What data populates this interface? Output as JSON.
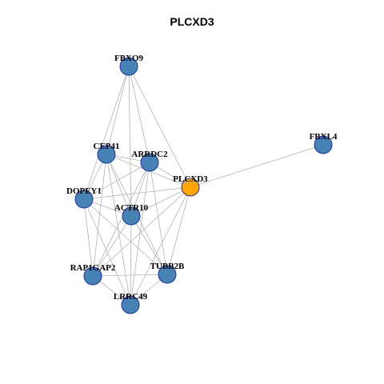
{
  "title": "PLCXD3",
  "colors": {
    "node_default": "#4682b4",
    "node_focus": "#ffa500",
    "node_border": "#1f2fb5",
    "edge": "#b3b3b3"
  },
  "focus_node": "PLCXD3",
  "nodes": [
    {
      "id": "FBXO9",
      "label": "FBXO9"
    },
    {
      "id": "CEP41",
      "label": "CEP41"
    },
    {
      "id": "ARRDC2",
      "label": "ARRDC2"
    },
    {
      "id": "PLCXD3",
      "label": "PLCXD3"
    },
    {
      "id": "FBXL4",
      "label": "FBXL4"
    },
    {
      "id": "DOPEY1",
      "label": "DOPEY1"
    },
    {
      "id": "ACTR10",
      "label": "ACTR10"
    },
    {
      "id": "RAP1GAP2",
      "label": "RAP1GAP2"
    },
    {
      "id": "TUBB2B",
      "label": "TUBB2B"
    },
    {
      "id": "LRRC49",
      "label": "LRRC49"
    }
  ],
  "edges": [
    [
      "FBXO9",
      "CEP41"
    ],
    [
      "FBXO9",
      "ARRDC2"
    ],
    [
      "FBXO9",
      "PLCXD3"
    ],
    [
      "FBXO9",
      "DOPEY1"
    ],
    [
      "FBXO9",
      "ACTR10"
    ],
    [
      "CEP41",
      "ARRDC2"
    ],
    [
      "CEP41",
      "PLCXD3"
    ],
    [
      "CEP41",
      "DOPEY1"
    ],
    [
      "CEP41",
      "ACTR10"
    ],
    [
      "CEP41",
      "RAP1GAP2"
    ],
    [
      "CEP41",
      "TUBB2B"
    ],
    [
      "CEP41",
      "LRRC49"
    ],
    [
      "ARRDC2",
      "PLCXD3"
    ],
    [
      "ARRDC2",
      "DOPEY1"
    ],
    [
      "ARRDC2",
      "ACTR10"
    ],
    [
      "ARRDC2",
      "RAP1GAP2"
    ],
    [
      "ARRDC2",
      "TUBB2B"
    ],
    [
      "ARRDC2",
      "LRRC49"
    ],
    [
      "PLCXD3",
      "FBXL4"
    ],
    [
      "PLCXD3",
      "DOPEY1"
    ],
    [
      "PLCXD3",
      "ACTR10"
    ],
    [
      "PLCXD3",
      "RAP1GAP2"
    ],
    [
      "PLCXD3",
      "TUBB2B"
    ],
    [
      "PLCXD3",
      "LRRC49"
    ],
    [
      "DOPEY1",
      "ACTR10"
    ],
    [
      "DOPEY1",
      "RAP1GAP2"
    ],
    [
      "DOPEY1",
      "TUBB2B"
    ],
    [
      "DOPEY1",
      "LRRC49"
    ],
    [
      "ACTR10",
      "RAP1GAP2"
    ],
    [
      "ACTR10",
      "TUBB2B"
    ],
    [
      "ACTR10",
      "LRRC49"
    ],
    [
      "RAP1GAP2",
      "TUBB2B"
    ],
    [
      "RAP1GAP2",
      "LRRC49"
    ],
    [
      "TUBB2B",
      "LRRC49"
    ]
  ]
}
